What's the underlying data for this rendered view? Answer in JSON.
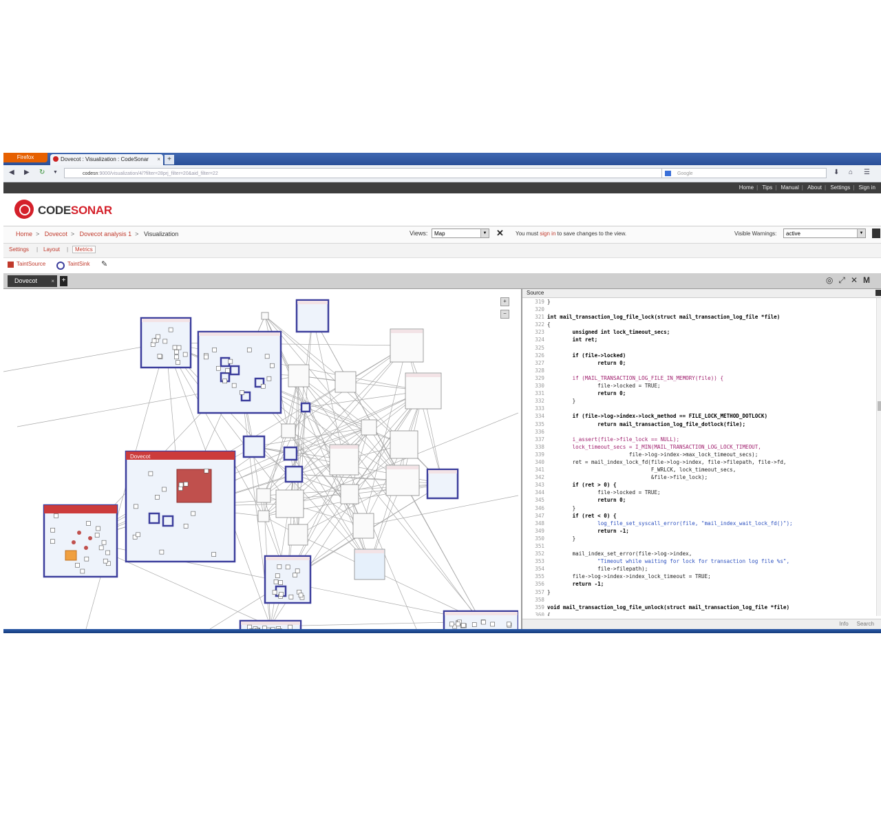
{
  "browser": {
    "menu_button": "Firefox",
    "tab_title": "Dovecot : Visualization : CodeSonar",
    "url_host": "codesn",
    "url_rest": ":9000/visualization/4/?filter=28prj_filter=20&aid_filter=22",
    "search_placeholder": "Google"
  },
  "top_links": [
    "Home",
    "Tips",
    "Manual",
    "About",
    "Settings",
    "Sign in"
  ],
  "logo": {
    "part1": "CODE",
    "part2": "SONAR"
  },
  "breadcrumb": [
    "Home",
    "Dovecot",
    "Dovecot analysis 1",
    "Visualization"
  ],
  "views": {
    "label": "Views:",
    "value": "Map"
  },
  "signin_message": {
    "before": "You must ",
    "link": "sign in",
    "after": " to save changes to the view."
  },
  "visible_warnings": {
    "label": "Visible Warnings:",
    "value": "active"
  },
  "settings_tabs": [
    "Settings",
    "Layout",
    "Metrics"
  ],
  "legend": {
    "source": "TaintSource",
    "sink": "TaintSink"
  },
  "view_tab": {
    "label": "Dovecot"
  },
  "graph": {
    "highlight_label": "Dovecot"
  },
  "source_pane": {
    "title": "Source",
    "footer": [
      "Info",
      "Search"
    ],
    "lines": [
      {
        "n": "319",
        "t": "}"
      },
      {
        "n": "320",
        "t": ""
      },
      {
        "n": "321",
        "t": "int mail_transaction_log_file_lock(struct mail_transaction_log_file *file)"
      },
      {
        "n": "322",
        "t": "{"
      },
      {
        "n": "323",
        "t": "        unsigned int lock_timeout_secs;"
      },
      {
        "n": "324",
        "t": "        int ret;"
      },
      {
        "n": "325",
        "t": ""
      },
      {
        "n": "326",
        "t": "        if (file->locked)"
      },
      {
        "n": "327",
        "t": "                return 0;"
      },
      {
        "n": "328",
        "t": ""
      },
      {
        "n": "329",
        "t": "        if (MAIL_TRANSACTION_LOG_FILE_IN_MEMORY(file)) {"
      },
      {
        "n": "330",
        "t": "                file->locked = TRUE;"
      },
      {
        "n": "331",
        "t": "                return 0;"
      },
      {
        "n": "332",
        "t": "        }"
      },
      {
        "n": "333",
        "t": ""
      },
      {
        "n": "334",
        "t": "        if (file->log->index->lock_method == FILE_LOCK_METHOD_DOTLOCK)"
      },
      {
        "n": "335",
        "t": "                return mail_transaction_log_file_dotlock(file);"
      },
      {
        "n": "336",
        "t": ""
      },
      {
        "n": "337",
        "t": "        i_assert(file->file_lock == NULL);"
      },
      {
        "n": "338",
        "t": "        lock_timeout_secs = I_MIN(MAIL_TRANSACTION_LOG_LOCK_TIMEOUT,"
      },
      {
        "n": "339",
        "t": "                          file->log->index->max_lock_timeout_secs);"
      },
      {
        "n": "340",
        "t": "        ret = mail_index_lock_fd(file->log->index, file->filepath, file->fd,"
      },
      {
        "n": "341",
        "t": "                                 F_WRLCK, lock_timeout_secs,"
      },
      {
        "n": "342",
        "t": "                                 &file->file_lock);"
      },
      {
        "n": "343",
        "t": "        if (ret > 0) {"
      },
      {
        "n": "344",
        "t": "                file->locked = TRUE;"
      },
      {
        "n": "345",
        "t": "                return 0;"
      },
      {
        "n": "346",
        "t": "        }"
      },
      {
        "n": "347",
        "t": "        if (ret < 0) {"
      },
      {
        "n": "348",
        "t": "                log_file_set_syscall_error(file, \"mail_index_wait_lock_fd()\");"
      },
      {
        "n": "349",
        "t": "                return -1;"
      },
      {
        "n": "350",
        "t": "        }"
      },
      {
        "n": "351",
        "t": ""
      },
      {
        "n": "352",
        "t": "        mail_index_set_error(file->log->index,"
      },
      {
        "n": "353",
        "t": "                \"Timeout while waiting for lock for transaction log file %s\","
      },
      {
        "n": "354",
        "t": "                file->filepath);"
      },
      {
        "n": "355",
        "t": "        file->log->index->index_lock_timeout = TRUE;"
      },
      {
        "n": "356",
        "t": "        return -1;"
      },
      {
        "n": "357",
        "t": "}"
      },
      {
        "n": "358",
        "t": ""
      },
      {
        "n": "359",
        "t": "void mail_transaction_log_file_unlock(struct mail_transaction_log_file *file)"
      },
      {
        "n": "360",
        "t": "{"
      }
    ]
  }
}
